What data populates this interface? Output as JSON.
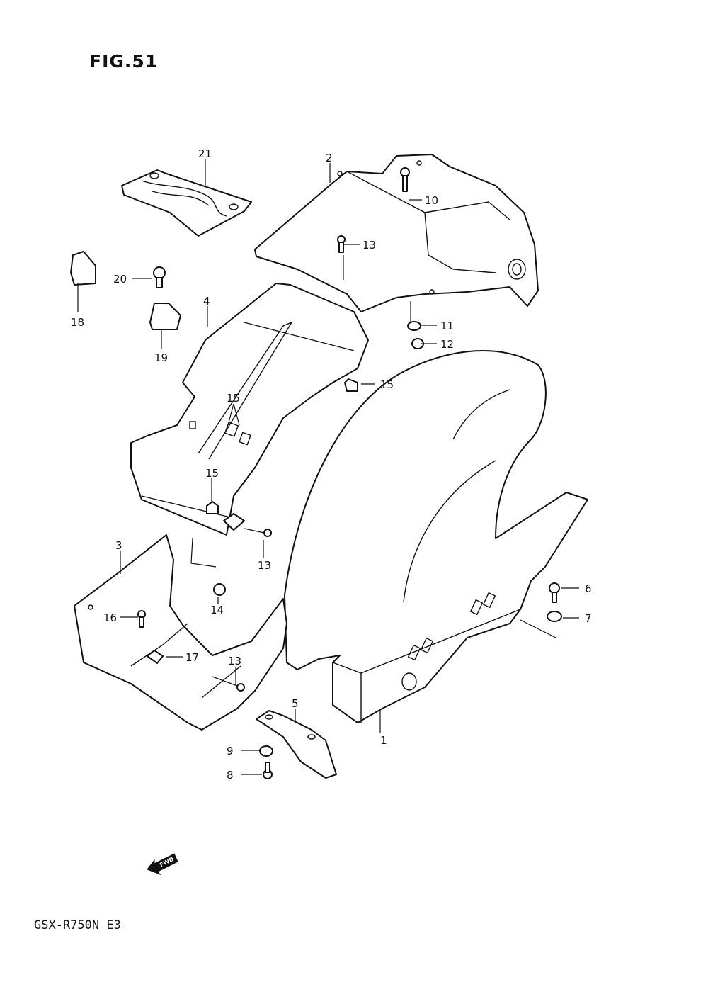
{
  "figure": {
    "title": "FIG.51",
    "model": "GSX-R750N  E3"
  },
  "fwd_marker": {
    "label": "FWD",
    "icon": "fwd-arrow-icon"
  },
  "callouts": [
    "1",
    "2",
    "3",
    "4",
    "5",
    "6",
    "7",
    "8",
    "9",
    "10",
    "11",
    "12",
    "13",
    "13",
    "13",
    "14",
    "15",
    "15",
    "15",
    "16",
    "17",
    "18",
    "19",
    "20",
    "21"
  ]
}
